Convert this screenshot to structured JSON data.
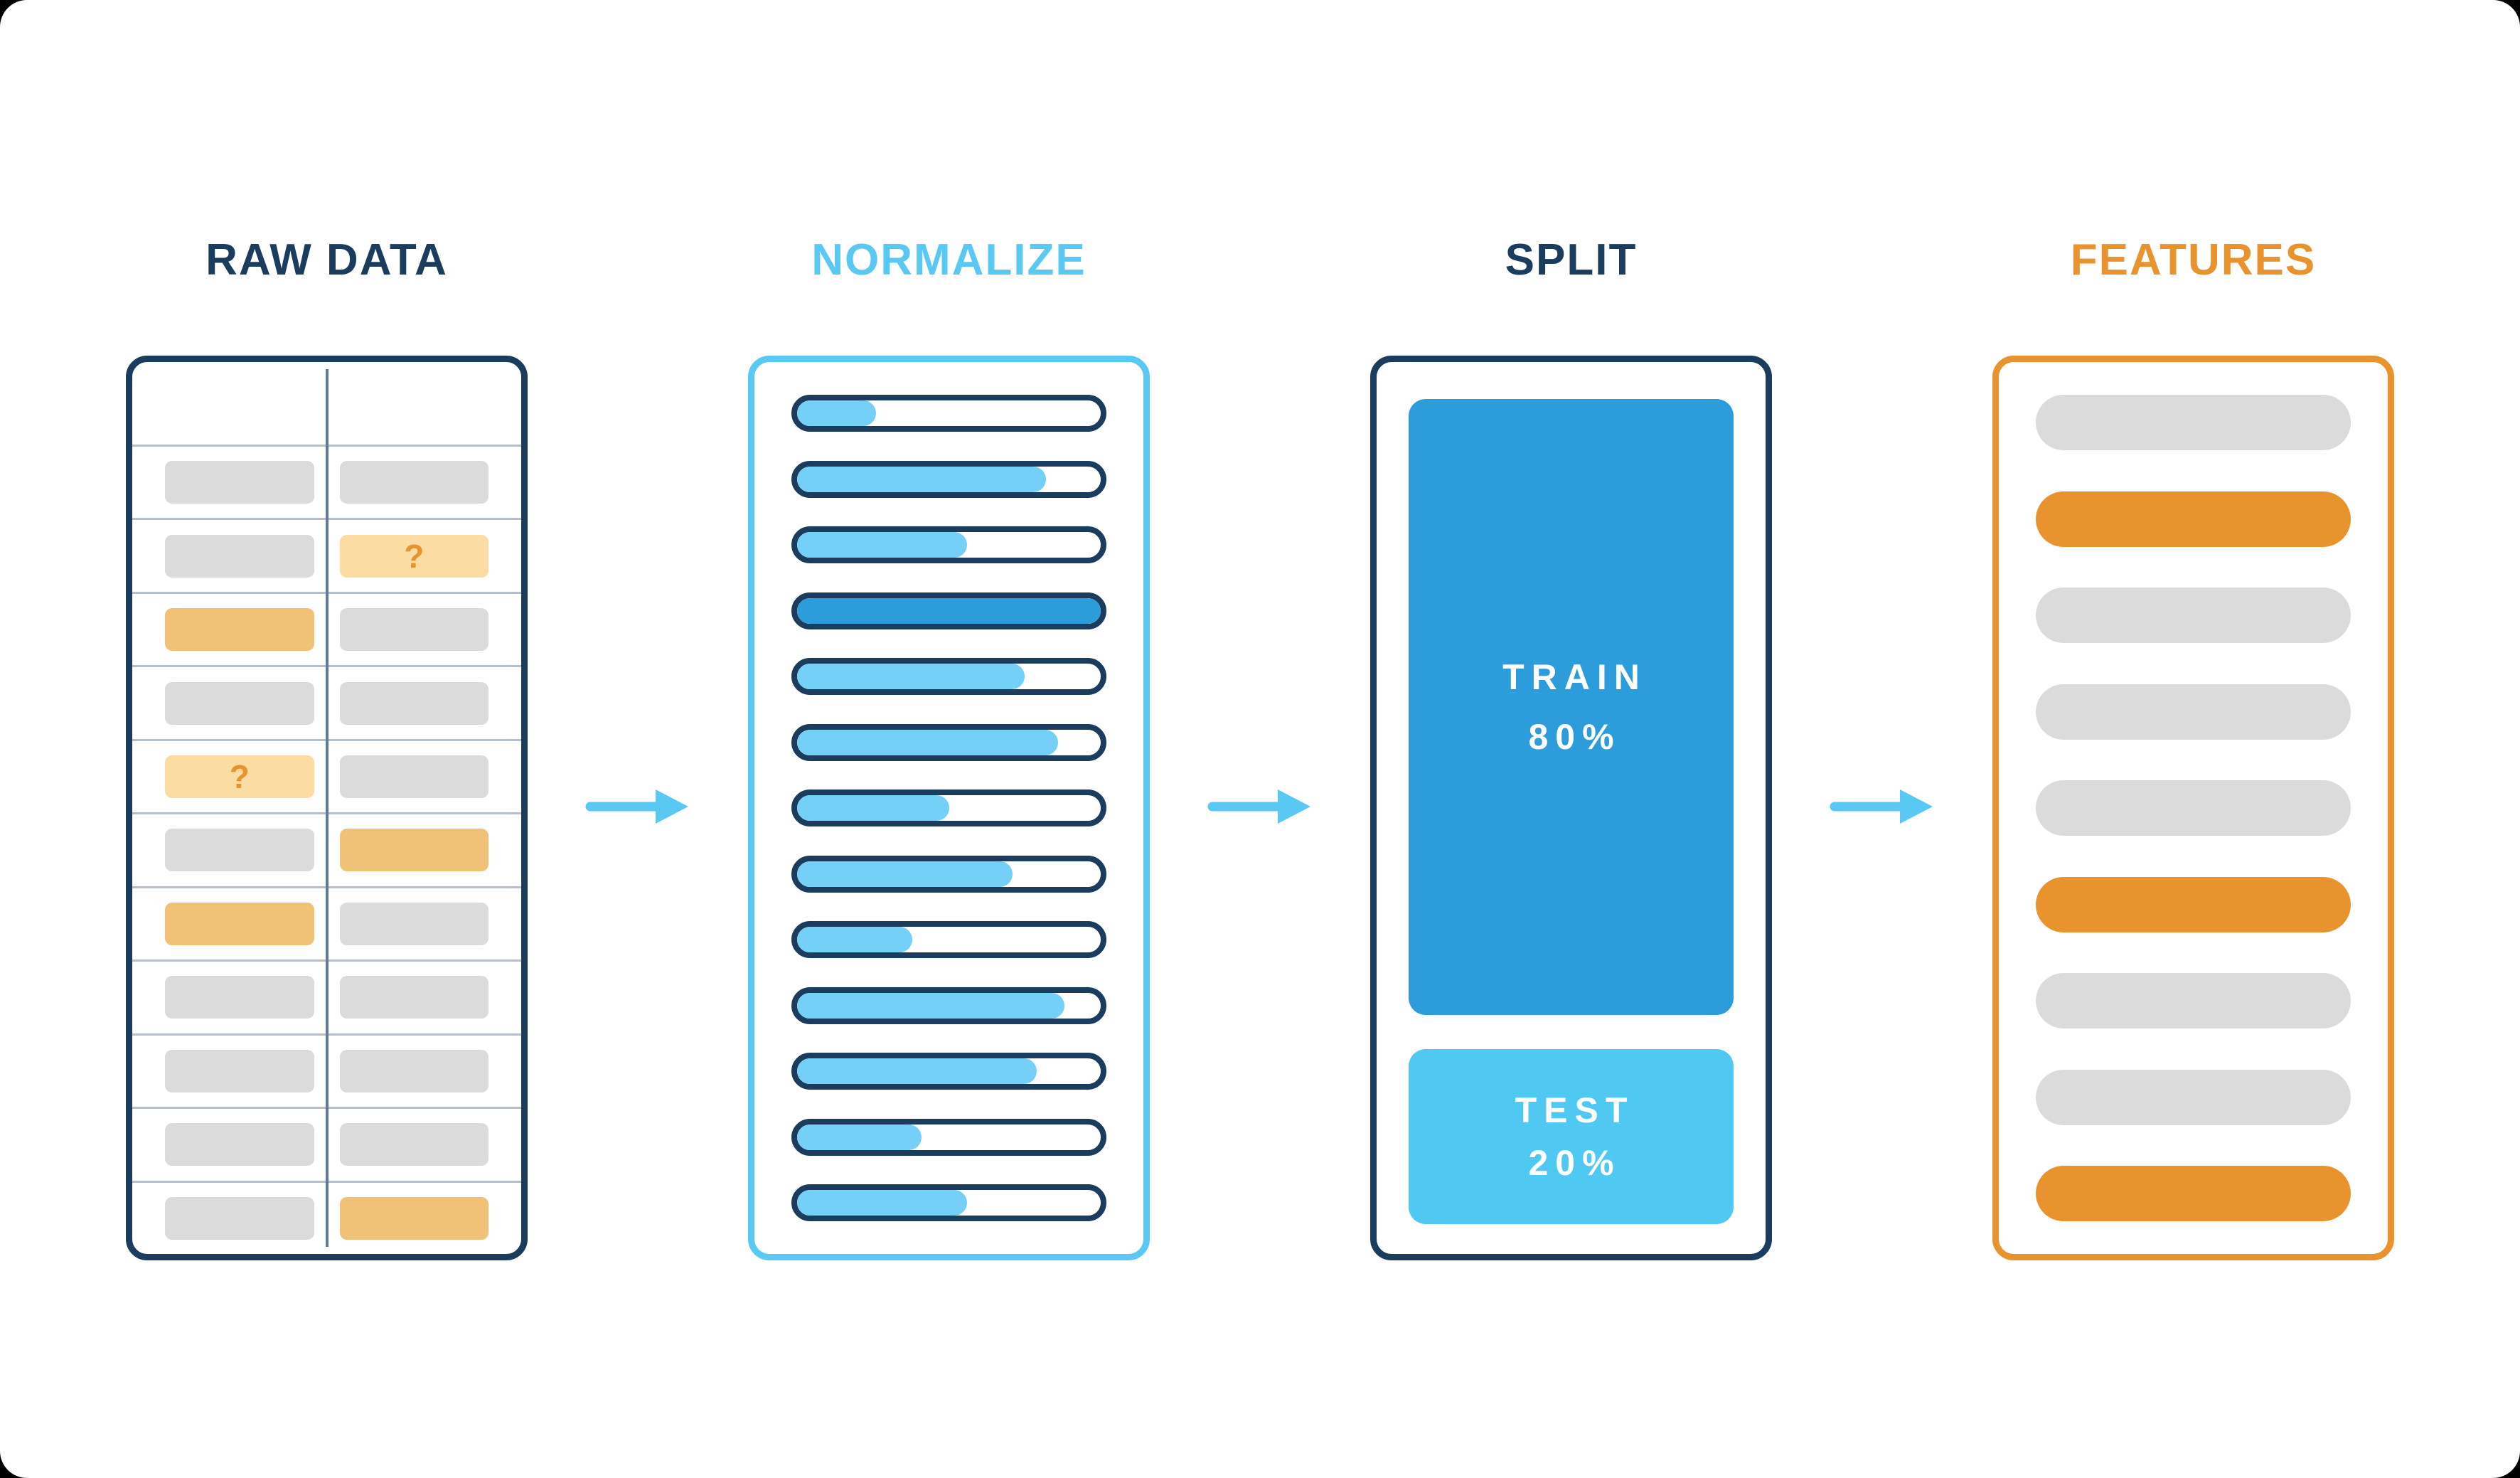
{
  "page": {
    "bg": "#000000",
    "card_bg": "#FFFFFF"
  },
  "colors": {
    "navy": "#1B3C5C",
    "sky": "#59C9F3",
    "skyFill": "#74D0F6",
    "blue": "#2D9CDB",
    "skyTest": "#4FC9F2",
    "orange": "#E8932D",
    "tan": "#F2C178",
    "tanLight": "#FBDCA2",
    "gray": "#DBDBDB",
    "line": "#B6C0CA",
    "divider": "#5E7C99"
  },
  "stages": [
    {
      "id": "raw-data",
      "title": "RAW DATA",
      "accent": "navy"
    },
    {
      "id": "normalize",
      "title": "NORMALIZE",
      "accent": "sky"
    },
    {
      "id": "split",
      "title": "SPLIT",
      "accent": "navy"
    },
    {
      "id": "features",
      "title": "FEATURES",
      "accent": "orange"
    }
  ],
  "raw_data": {
    "missing_marker": "?",
    "rows": [
      [
        "gray",
        "gray"
      ],
      [
        "gray",
        "question"
      ],
      [
        "tan",
        "gray"
      ],
      [
        "gray",
        "gray"
      ],
      [
        "question",
        "gray"
      ],
      [
        "gray",
        "tan"
      ],
      [
        "tan",
        "gray"
      ],
      [
        "gray",
        "gray"
      ],
      [
        "gray",
        "gray"
      ],
      [
        "gray",
        "gray"
      ],
      [
        "gray",
        "tan"
      ]
    ]
  },
  "normalize": {
    "pills": [
      {
        "fill": 26,
        "variant": "sky"
      },
      {
        "fill": 82,
        "variant": "sky"
      },
      {
        "fill": 56,
        "variant": "sky"
      },
      {
        "fill": 100,
        "variant": "blue"
      },
      {
        "fill": 75,
        "variant": "sky"
      },
      {
        "fill": 86,
        "variant": "sky"
      },
      {
        "fill": 50,
        "variant": "sky"
      },
      {
        "fill": 71,
        "variant": "sky"
      },
      {
        "fill": 38,
        "variant": "sky"
      },
      {
        "fill": 88,
        "variant": "sky"
      },
      {
        "fill": 79,
        "variant": "sky"
      },
      {
        "fill": 41,
        "variant": "sky"
      },
      {
        "fill": 56,
        "variant": "sky"
      }
    ]
  },
  "split": {
    "train": {
      "label": "TRAIN",
      "value": "80%"
    },
    "test": {
      "label": "TEST",
      "value": "20%"
    }
  },
  "features": {
    "pills": [
      "gray",
      "orange",
      "gray",
      "gray",
      "gray",
      "orange",
      "gray",
      "gray",
      "orange"
    ]
  },
  "arrows": [
    {
      "name": "arrow-right-icon"
    },
    {
      "name": "arrow-right-icon"
    },
    {
      "name": "arrow-right-icon"
    }
  ]
}
